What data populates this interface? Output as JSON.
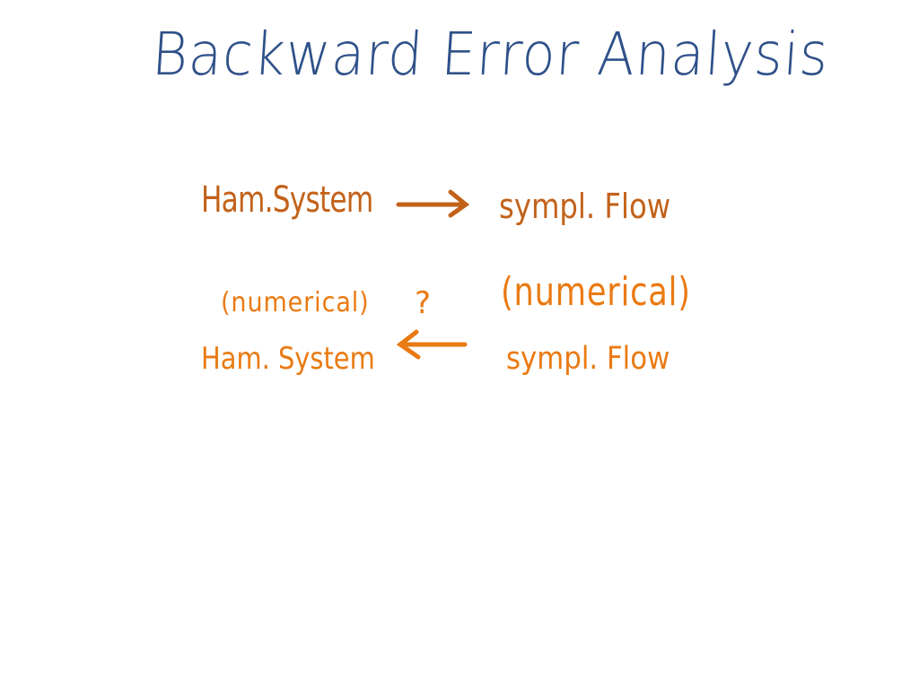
{
  "title": "Backward Error Analysis",
  "diagram": {
    "top_left": "Ham.System",
    "top_right": "sympl. Flow",
    "bottom_left_qualifier": "(numerical)",
    "bottom_left": "Ham. System",
    "bottom_right_qualifier": "(numerical)",
    "bottom_right": "sympl. Flow",
    "question_mark": "?"
  },
  "colors": {
    "title": "#2f5189",
    "top_row": "#c2621a",
    "bottom_row": "#ea7a12"
  }
}
